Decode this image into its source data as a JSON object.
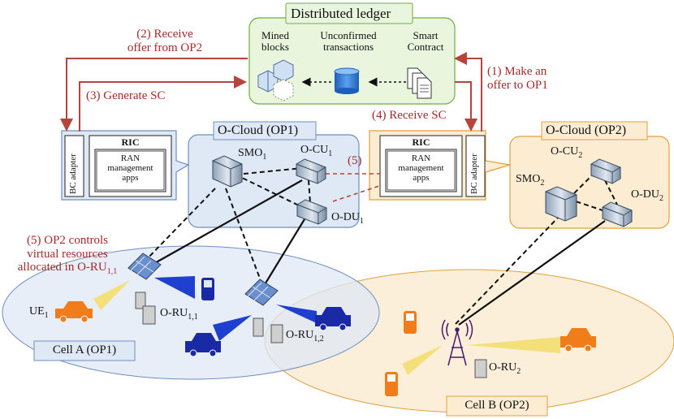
{
  "ledger": {
    "title": "Distributed ledger",
    "mined_blocks": [
      "Mined",
      "blocks"
    ],
    "unconfirmed": [
      "Unconfirmed",
      "transactions"
    ],
    "smart_contract": [
      "Smart",
      "Contract"
    ]
  },
  "steps": {
    "s1": [
      "(1) Make an",
      "offer to OP1"
    ],
    "s2": [
      "(2) Receive",
      "offer from OP2"
    ],
    "s3": "(3) Generate SC",
    "s4": "(4) Receive SC",
    "s5": "(5)",
    "s5_long": [
      "(5) OP2 controls",
      "virtual resources",
      "allocated in O-RU"
    ],
    "s5_long_sub": "1,1"
  },
  "op1": {
    "cloud_title": "O-Cloud (OP1)",
    "bc_adapter": "BC adapter",
    "ric": "RIC",
    "ran_apps": [
      "RAN",
      "management",
      "apps"
    ],
    "smo": "SMO",
    "smo_sub": "1",
    "ocu": "O-CU",
    "ocu_sub": "1",
    "odu": "O-DU",
    "odu_sub": "1"
  },
  "op2": {
    "cloud_title": "O-Cloud (OP2)",
    "bc_adapter": "BC adapter",
    "ric": "RIC",
    "ran_apps": [
      "RAN",
      "management",
      "apps"
    ],
    "smo": "SMO",
    "smo_sub": "2",
    "ocu": "O-CU",
    "ocu_sub": "2",
    "odu": "O-DU",
    "odu_sub": "2"
  },
  "cells": {
    "cell_a": "Cell A (OP1)",
    "cell_b": "Cell B (OP2)",
    "ue": "UE",
    "ue_sub": "1",
    "oru11": "O-RU",
    "oru11_sub": "1,1",
    "oru12": "O-RU",
    "oru12_sub": "1,2",
    "oru2": "O-RU",
    "oru2_sub": "2"
  },
  "colors": {
    "ledger_fill": "#eaf5dd",
    "ledger_border": "#6fae3b",
    "op1_fill": "#dfe8f5",
    "op1_border": "#6f8fc0",
    "op2_fill": "#fbecd2",
    "op2_border": "#e0a040",
    "arrow_red": "#b5453c",
    "car_orange": "#f07d1a",
    "car_blue": "#1a2aa6",
    "beam_yellow": "#f3e07a",
    "beam_blue": "#1f3fd0"
  }
}
